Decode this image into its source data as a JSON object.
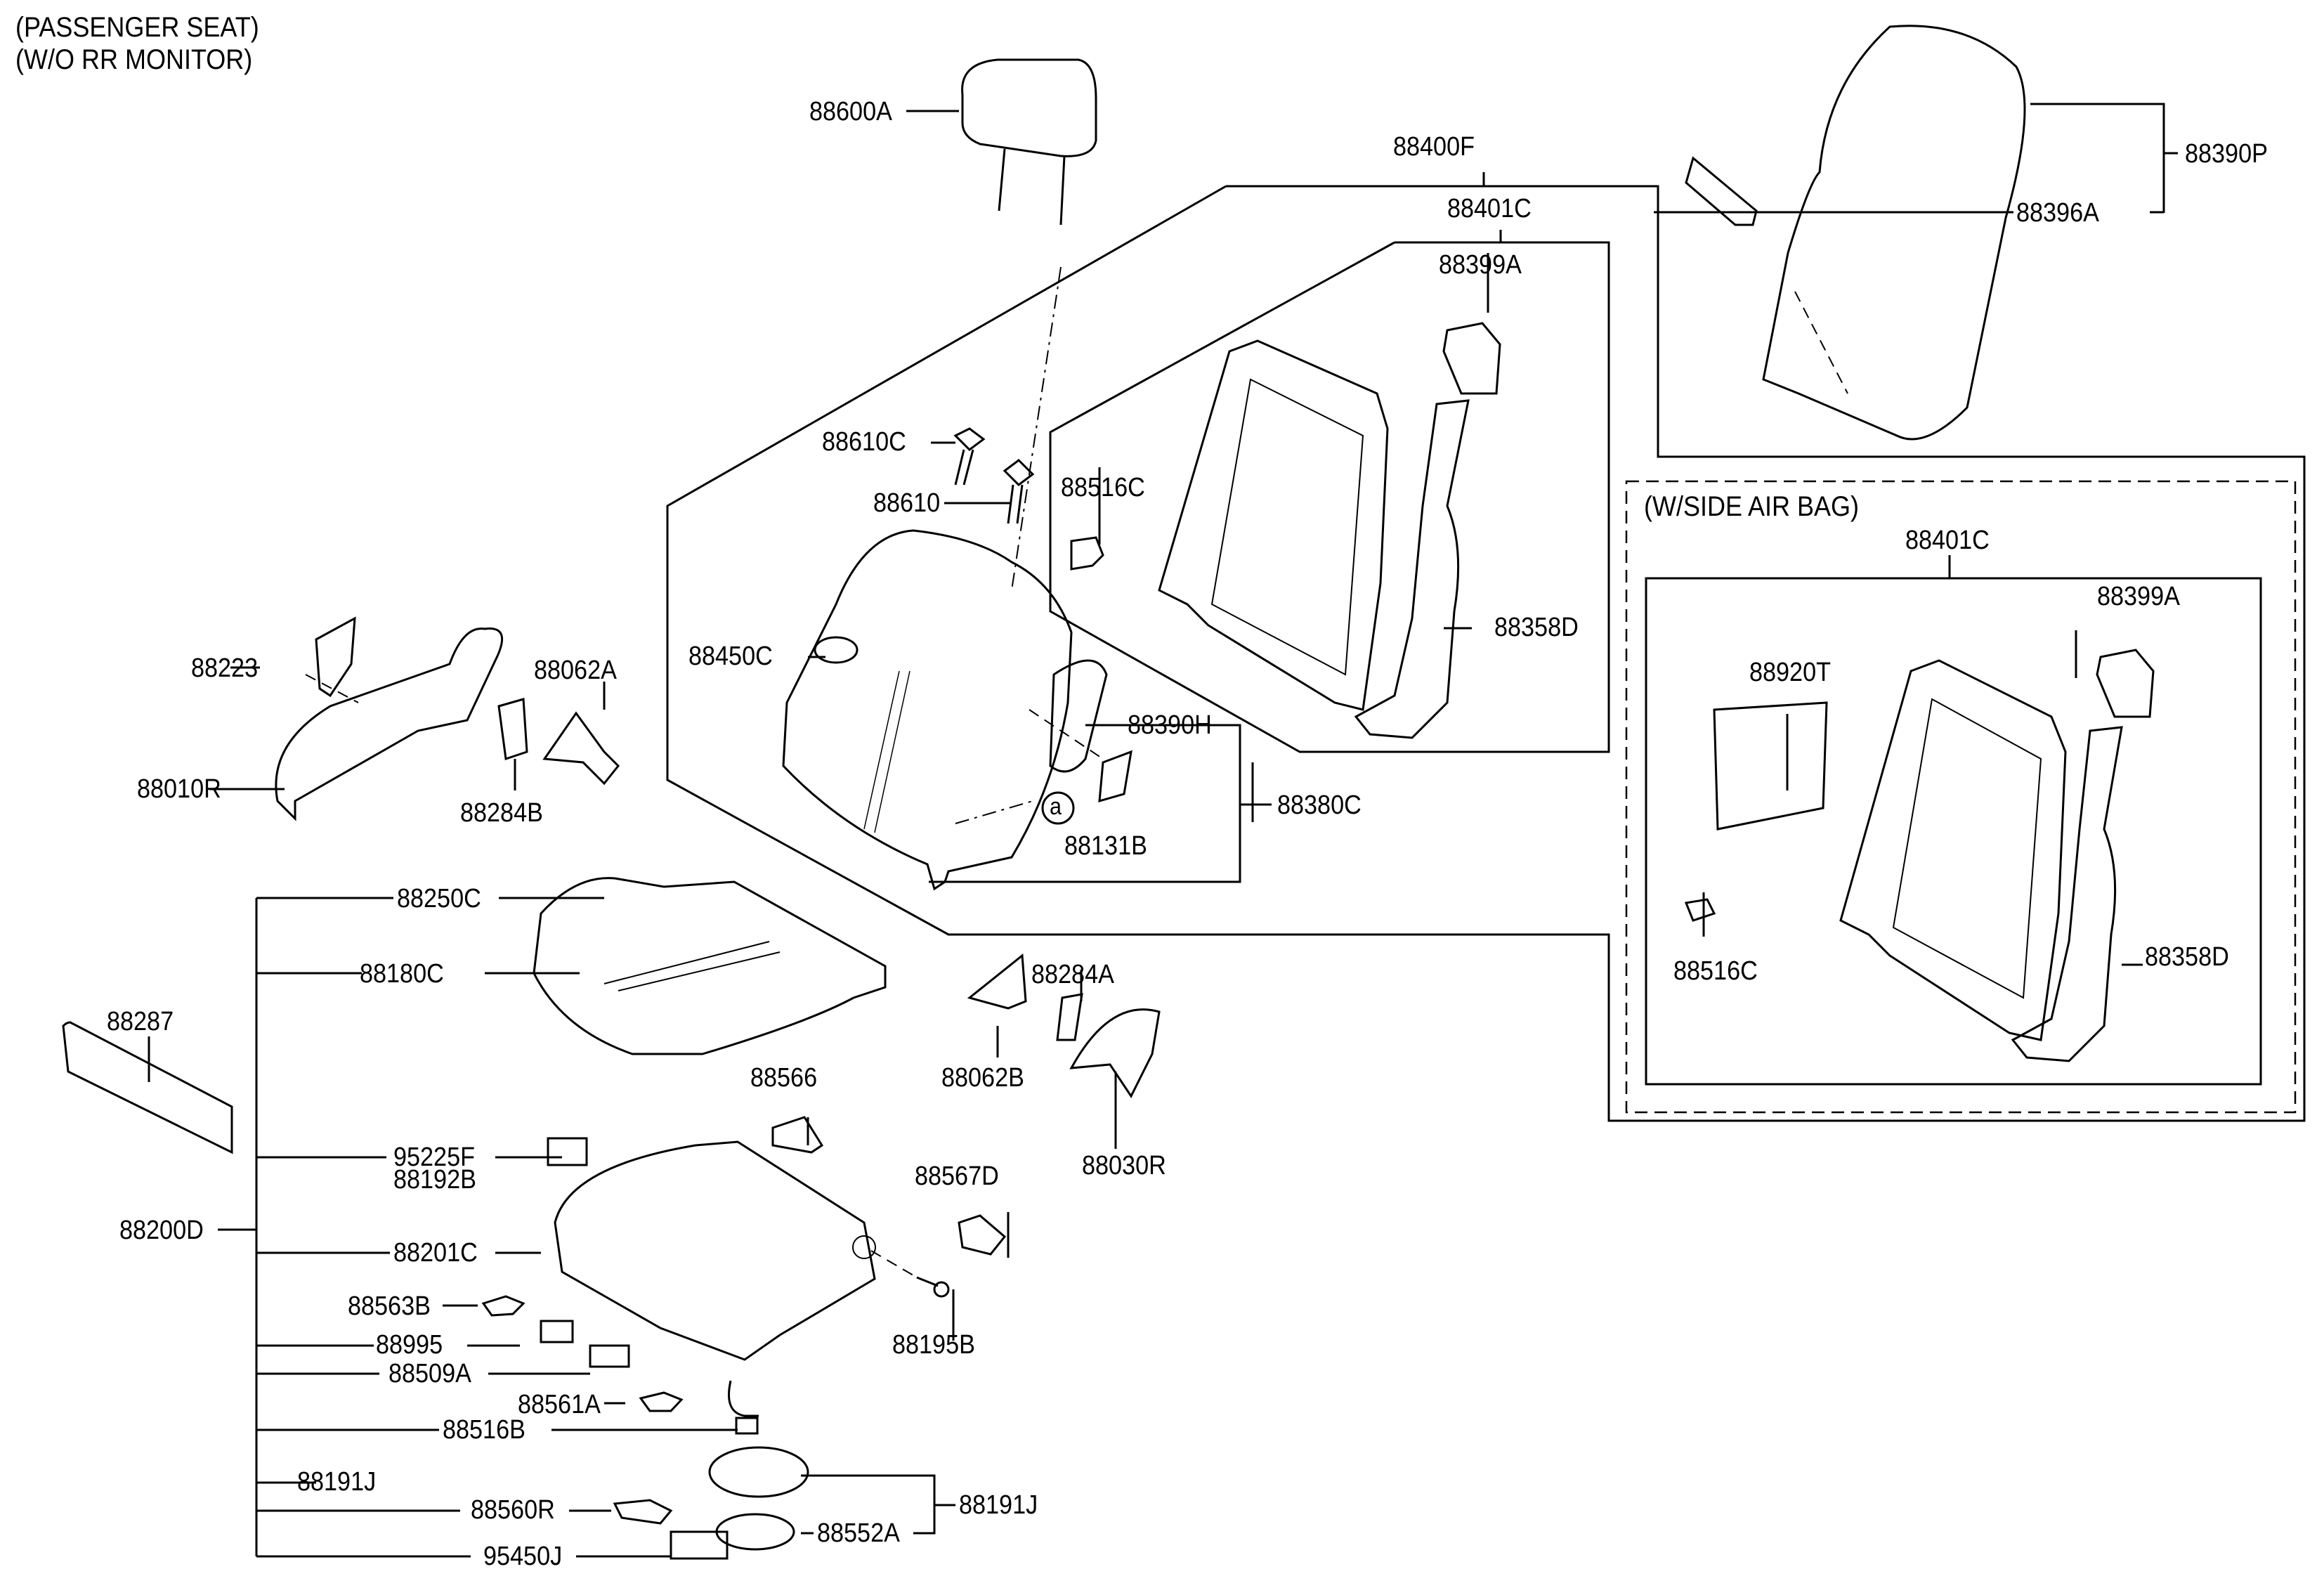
{
  "header": {
    "line1": "(PASSENGER SEAT)",
    "line2": "(W/O RR MONITOR)"
  },
  "variant_box": {
    "title": "(W/SIDE AIR BAG)"
  },
  "callout_marker": "a",
  "colors": {
    "ink": "#000000",
    "background": "#ffffff"
  },
  "labels": {
    "p88600A": "88600A",
    "p88400F": "88400F",
    "p88401C": "88401C",
    "p88399A": "88399A",
    "p88390P": "88390P",
    "p88396A": "88396A",
    "p88610C": "88610C",
    "p88610": "88610",
    "p88516C": "88516C",
    "p88358D": "88358D",
    "p88450C": "88450C",
    "p88390H": "88390H",
    "p88380C": "88380C",
    "p88131B": "88131B",
    "p88223": "88223",
    "p88062A": "88062A",
    "p88010R": "88010R",
    "p88284B": "88284B",
    "p88250C": "88250C",
    "p88180C": "88180C",
    "p88287": "88287",
    "p88284A": "88284A",
    "p88062B": "88062B",
    "p88030R": "88030R",
    "p88566": "88566",
    "p95225F": "95225F",
    "p88192B": "88192B",
    "p88567D": "88567D",
    "p88200D": "88200D",
    "p88201C": "88201C",
    "p88563B": "88563B",
    "p88195B": "88195B",
    "p88995": "88995",
    "p88509A": "88509A",
    "p88561A": "88561A",
    "p88516B": "88516B",
    "p88191J_left": "88191J",
    "p88191J_right": "88191J",
    "p88560R": "88560R",
    "p88552A": "88552A",
    "p95450J": "95450J",
    "sab_88401C": "88401C",
    "sab_88399A": "88399A",
    "sab_88920T": "88920T",
    "sab_88516C": "88516C",
    "sab_88358D": "88358D"
  }
}
